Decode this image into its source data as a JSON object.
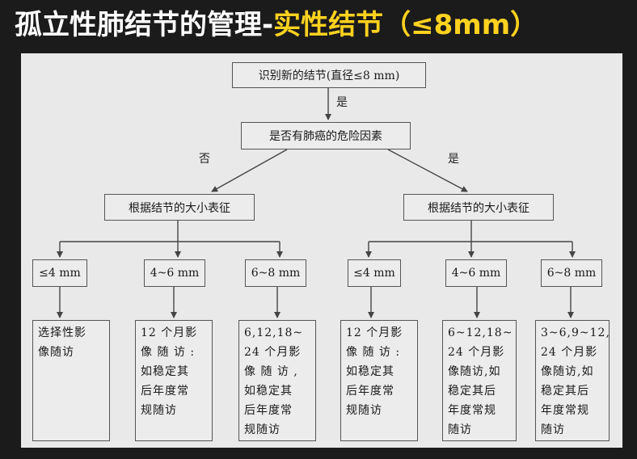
{
  "title": {
    "main": "孤立性肺结节的管理-",
    "highlight": "实性结节（≤8mm）"
  },
  "flow": {
    "start": "识别新的结节(直径≤8 mm)",
    "start_yes": "是",
    "question": "是否有肺癌的危险因素",
    "branch_no": "否",
    "branch_yes": "是",
    "left": {
      "size_node": "根据结节的大小表征",
      "sizes": [
        "≤4 mm",
        "4~6 mm",
        "6~8 mm"
      ],
      "outcomes": [
        "选择性影\n像随访",
        "12 个月影\n像 随 访 :\n如稳定其\n后年度常\n规随访",
        "6,12,18~\n24 个月影\n像 随 访 ,\n如稳定其\n后年度常\n规随访"
      ]
    },
    "right": {
      "size_node": "根据结节的大小表征",
      "sizes": [
        "≤4 mm",
        "4~6 mm",
        "6~8 mm"
      ],
      "outcomes": [
        "12 个月影\n像 随 访 :\n如稳定其\n后年度常\n规随访",
        "6~12,18~\n24 个月影\n像随访,如\n稳定其后\n年度常规\n随访",
        "3~6,9~12,\n24 个月影\n像随访,如\n稳定其后\n年度常规\n随访"
      ]
    }
  }
}
